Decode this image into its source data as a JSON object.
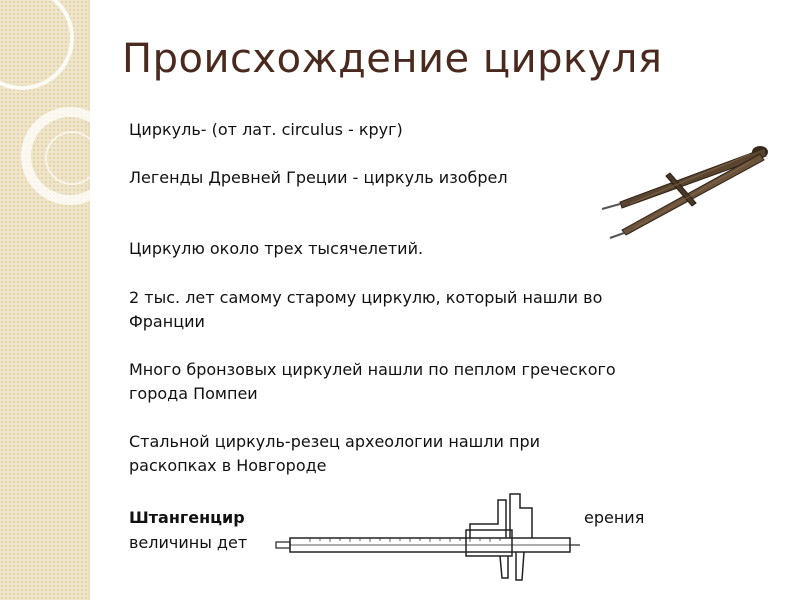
{
  "slide": {
    "title": "Происхождение циркуля",
    "lines": [
      "Циркуль- (от лат. circulus - круг)",
      "Легенды Древней Греции  - циркуль изобрел",
      "Циркулю около трех тысячелетий.",
      "2 тыс. лет самому старому циркулю, который нашли во",
      "Франции",
      "Много бронзовых циркулей нашли по пеплом греческого",
      "города Помпеи",
      "Стальной циркуль-резец археологии нашли при",
      "раскопках в Новгороде",
      "Штангенцир",
      "ерения",
      "величины дет"
    ]
  },
  "images": {
    "compass": "ancient-compass-photo",
    "caliper": "caliper-drawing"
  },
  "colors": {
    "title": "#4a2a1f",
    "sidebar": "#efe5cb",
    "circle": "#ffffff"
  }
}
